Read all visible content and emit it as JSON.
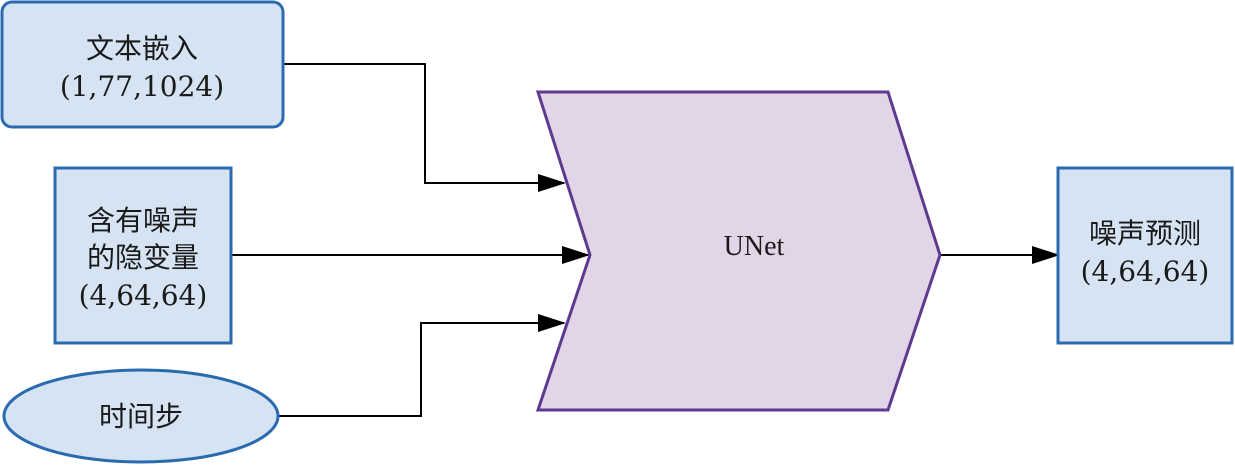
{
  "colors": {
    "box_fill": "#d5e3f3",
    "box_stroke": "#2a6bb0",
    "unet_fill": "#e3d5e8",
    "unet_stroke": "#5e3a8e",
    "line": "#000000"
  },
  "nodes": {
    "text_embedding": {
      "label": "文本嵌入",
      "shape": "(1,77,1024)"
    },
    "noisy_latent": {
      "label_line1": "含有噪声",
      "label_line2": "的隐变量",
      "shape": "(4,64,64)"
    },
    "timestep": {
      "label": "时间步"
    },
    "unet": {
      "label": "UNet"
    },
    "noise_prediction": {
      "label": "噪声预测",
      "shape": "(4,64,64)"
    }
  },
  "edges": [
    {
      "from": "text_embedding",
      "to": "unet"
    },
    {
      "from": "noisy_latent",
      "to": "unet"
    },
    {
      "from": "timestep",
      "to": "unet"
    },
    {
      "from": "unet",
      "to": "noise_prediction"
    }
  ]
}
